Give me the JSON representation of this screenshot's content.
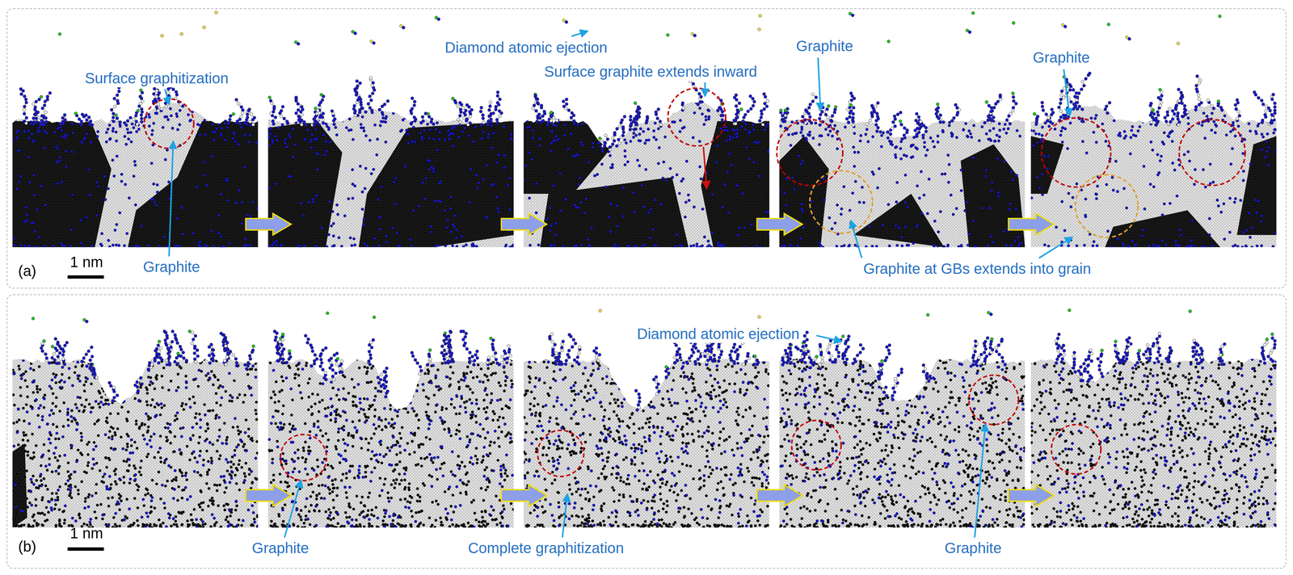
{
  "diagram": {
    "nodes": [
      {
        "text": [
          "(a)",
          "1 nm"
        ]
      },
      {
        "text": [
          "(b)",
          "1 nm"
        ]
      }
    ],
    "labels": [
      "Diamond atomic ejection",
      "Surface graphitization",
      "Surface graphite extends inward",
      "Graphite",
      "Graphite",
      "Graphite",
      "Graphite at GBs extends into grain",
      "Diamond atomic ejection",
      "Graphite",
      "Complete graphitization",
      "Graphite"
    ]
  }
}
